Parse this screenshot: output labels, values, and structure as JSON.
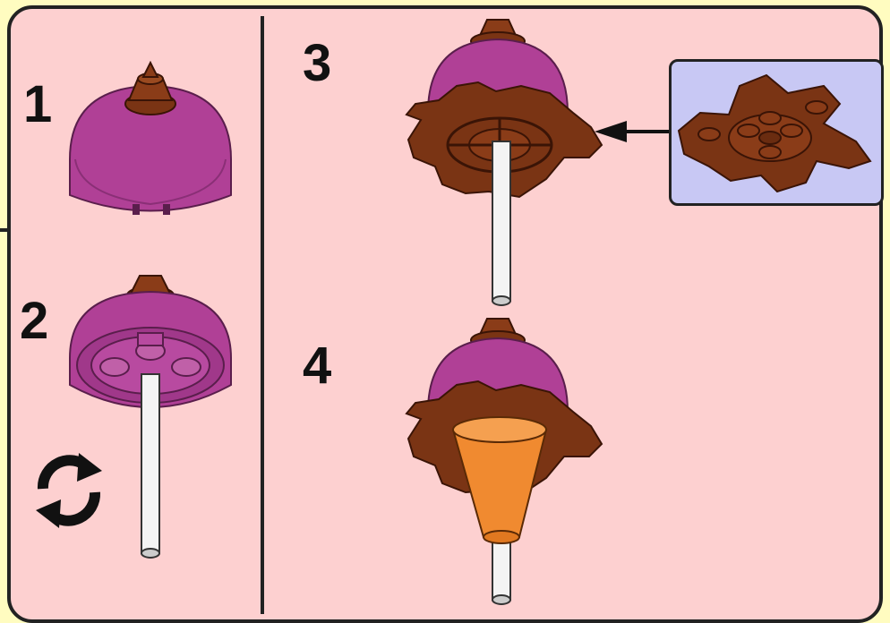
{
  "steps": [
    {
      "number": "1"
    },
    {
      "number": "2"
    },
    {
      "number": "3"
    },
    {
      "number": "4"
    }
  ],
  "icons": {
    "rotate": "rotate-icon",
    "arrow": "arrow-left-icon"
  },
  "colors": {
    "background": "#fffcc0",
    "panel": "#fdd0d0",
    "dome": "#b04096",
    "brown": "#7a3414",
    "cone": "#f08a30",
    "inset": "#c8c8f4",
    "axle": "#f4f4f4"
  }
}
